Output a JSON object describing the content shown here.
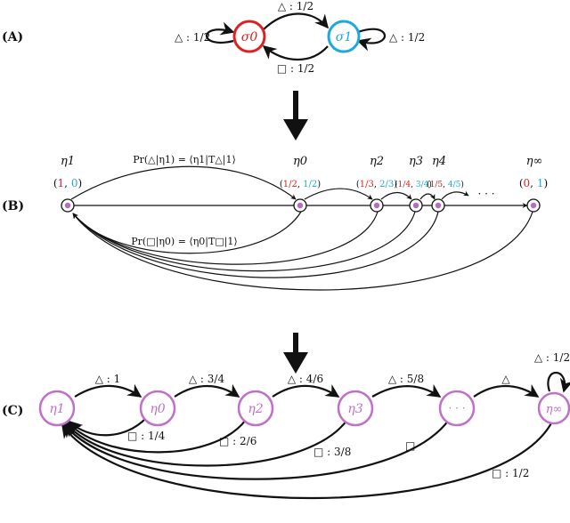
{
  "panel_labels": {
    "a": "(A)",
    "b": "(B)",
    "c": "(C)"
  },
  "panel_a": {
    "states": [
      {
        "label": "σ0",
        "color": "#e02020"
      },
      {
        "label": "σ1",
        "color": "#1fa8e0"
      }
    ],
    "edges": {
      "top": "△ : 1/2",
      "bottom": "□ : 1/2",
      "loop_left": "△ : 1/2",
      "loop_right": "△ : 1/2"
    }
  },
  "panel_b": {
    "node_labels": [
      "η1",
      "η0",
      "η2",
      "η3",
      "η4",
      "η∞"
    ],
    "coords": [
      {
        "p": "1",
        "q": "0"
      },
      {
        "p": "1/2",
        "q": "1/2"
      },
      {
        "p": "1/3",
        "q": "2/3"
      },
      {
        "p": "1/4",
        "q": "3/4"
      },
      {
        "p": "1/5",
        "q": "4/5"
      },
      {
        "p": "0",
        "q": "1"
      }
    ],
    "ellipsis": "· · ·",
    "prob_triangle": "Pr(△|η1) = ⟨η1|T△|1⟩",
    "prob_square": "Pr(□|η0) = ⟨η0|T□|1⟩",
    "colors": {
      "first": "#e02020",
      "second": "#1fa8e0",
      "dot": "#b36ec0"
    }
  },
  "panel_c": {
    "nodes": [
      "η1",
      "η0",
      "η2",
      "η3",
      "· · ·",
      "η∞"
    ],
    "forward_edges": [
      "△ : 1",
      "△ : 3/4",
      "△ : 4/6",
      "△ : 5/8",
      "△"
    ],
    "back_edges": [
      "□ : 1/4",
      "□ : 2/6",
      "□ : 3/8",
      "□",
      "□ : 1/2"
    ],
    "self_loop": "△ : 1/2",
    "node_color": "#c070c8"
  }
}
